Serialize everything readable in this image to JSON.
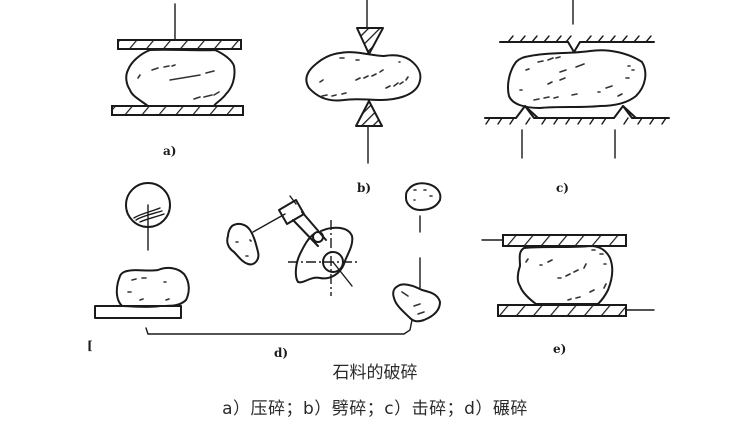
{
  "figure": {
    "title": "石料的破碎",
    "legend": "a）压碎；b）劈碎；c）击碎；d）碾碎",
    "panels": [
      {
        "id": "a",
        "label": "a)",
        "method": "压碎"
      },
      {
        "id": "b",
        "label": "b)",
        "method": "劈碎"
      },
      {
        "id": "c",
        "label": "c)",
        "method": "击碎"
      },
      {
        "id": "d",
        "label": "d)",
        "method": "碾碎"
      },
      {
        "id": "e",
        "label": "e)"
      }
    ],
    "stray_mark": "["
  }
}
